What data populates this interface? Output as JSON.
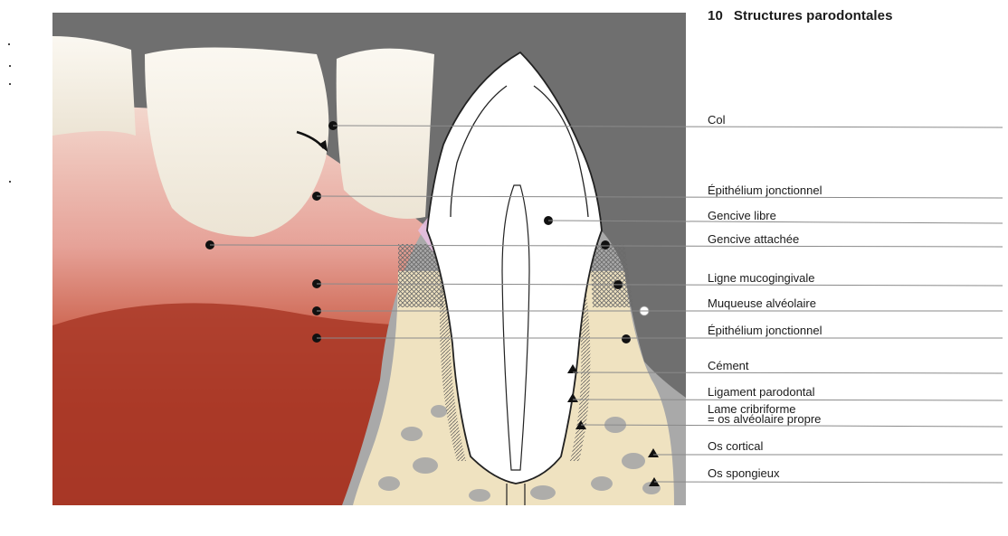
{
  "figure": {
    "number": "10",
    "title": "Structures parodontales"
  },
  "labels": [
    {
      "key": "col",
      "text": "Col"
    },
    {
      "key": "epithelium-jonctionnel-1",
      "text": "Épithélium jonctionnel"
    },
    {
      "key": "gencive-libre",
      "text": "Gencive libre"
    },
    {
      "key": "gencive-attachee",
      "text": "Gencive attachée"
    },
    {
      "key": "ligne-mucogingivale",
      "text": "Ligne mucogingivale"
    },
    {
      "key": "muqueuse-alveolaire",
      "text": "Muqueuse alvéolaire"
    },
    {
      "key": "epithelium-jonctionnel-2",
      "text": "Épithélium jonctionnel"
    },
    {
      "key": "cement",
      "text": "Cément"
    },
    {
      "key": "ligament-parodontal",
      "text": "Ligament parodontal"
    },
    {
      "key": "lame-cribriforme",
      "text": "Lame cribriforme",
      "text2": "= os alvéolaire propre"
    },
    {
      "key": "os-cortical",
      "text": "Os cortical"
    },
    {
      "key": "os-spongieux",
      "text": "Os spongieux"
    }
  ],
  "colors": {
    "background": "#6e6e6e",
    "gingiva": "#e7a8a0",
    "mucosa": "#b23a28",
    "tooth": "#f6f1e6",
    "bone": "#efe2c0",
    "attached_gingiva_zone": "#e6bfe0"
  }
}
